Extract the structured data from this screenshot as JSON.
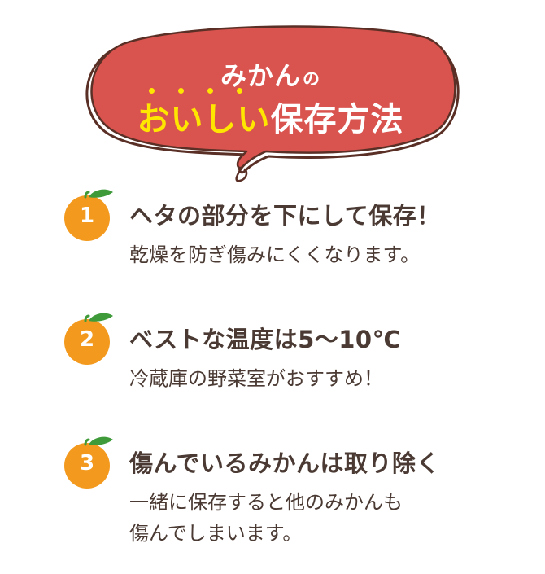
{
  "title": {
    "line1_main": "みかん",
    "line1_particle": "の",
    "line2_highlight": "おいしい",
    "line2_rest": "保存方法",
    "bubble_color": "#d9534f",
    "outline_color": "#5a2f25",
    "highlight_color": "#ffe600"
  },
  "badge_color": "#f39a1e",
  "leaf_color": "#3f9b3a",
  "steps": [
    {
      "number": "1",
      "heading": "ヘタの部分を下にして保存！",
      "desc_line1": "乾燥を防ぎ傷みにくくなります。",
      "desc_line2": ""
    },
    {
      "number": "2",
      "heading": "ベストな温度は5〜10℃",
      "desc_line1": "冷蔵庫の野菜室がおすすめ！",
      "desc_line2": ""
    },
    {
      "number": "3",
      "heading": "傷んでいるみかんは取り除く",
      "desc_line1": "一緒に保存すると他のみかんも",
      "desc_line2": "傷んでしまいます。"
    }
  ]
}
